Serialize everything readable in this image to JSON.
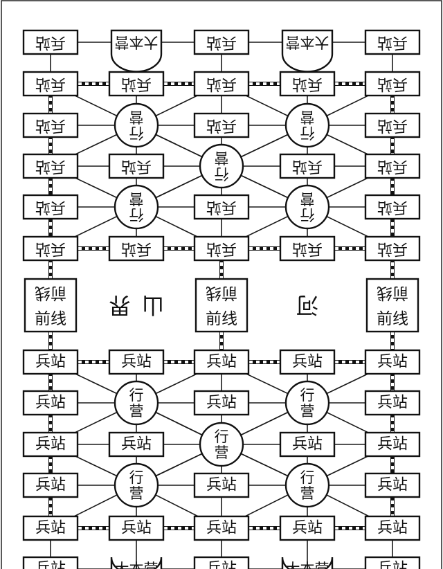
{
  "labels": {
    "bing_zhan": "兵站",
    "xing_ying": "行营",
    "da_ben_ying": "大本营",
    "qian_xian": "前线",
    "shan_jie": "山界",
    "he": "河"
  },
  "board": {
    "top_half": {
      "rows": [
        [
          "bing_zhan",
          "da_ben_ying",
          "bing_zhan",
          "da_ben_ying",
          "bing_zhan"
        ],
        [
          "bing_zhan",
          "bing_zhan",
          "bing_zhan",
          "bing_zhan",
          "bing_zhan"
        ],
        [
          "bing_zhan",
          "xing_ying",
          "bing_zhan",
          "xing_ying",
          "bing_zhan"
        ],
        [
          "bing_zhan",
          "bing_zhan",
          "xing_ying",
          "bing_zhan",
          "bing_zhan"
        ],
        [
          "bing_zhan",
          "xing_ying",
          "bing_zhan",
          "xing_ying",
          "bing_zhan"
        ],
        [
          "bing_zhan",
          "bing_zhan",
          "bing_zhan",
          "bing_zhan",
          "bing_zhan"
        ]
      ],
      "orientation": "rotated-180"
    },
    "front_line": [
      "qian_xian",
      "shan_jie",
      "qian_xian",
      "he",
      "qian_xian"
    ],
    "bottom_half": {
      "rows": [
        [
          "bing_zhan",
          "bing_zhan",
          "bing_zhan",
          "bing_zhan",
          "bing_zhan"
        ],
        [
          "bing_zhan",
          "xing_ying",
          "bing_zhan",
          "xing_ying",
          "bing_zhan"
        ],
        [
          "bing_zhan",
          "bing_zhan",
          "xing_ying",
          "bing_zhan",
          "bing_zhan"
        ],
        [
          "bing_zhan",
          "xing_ying",
          "bing_zhan",
          "xing_ying",
          "bing_zhan"
        ],
        [
          "bing_zhan",
          "bing_zhan",
          "bing_zhan",
          "bing_zhan",
          "bing_zhan"
        ],
        [
          "bing_zhan",
          "da_ben_ying",
          "bing_zhan",
          "da_ben_ying",
          "bing_zhan"
        ]
      ],
      "orientation": "upright"
    }
  },
  "colors": {
    "ink": "#111111",
    "paper": "#ffffff"
  }
}
